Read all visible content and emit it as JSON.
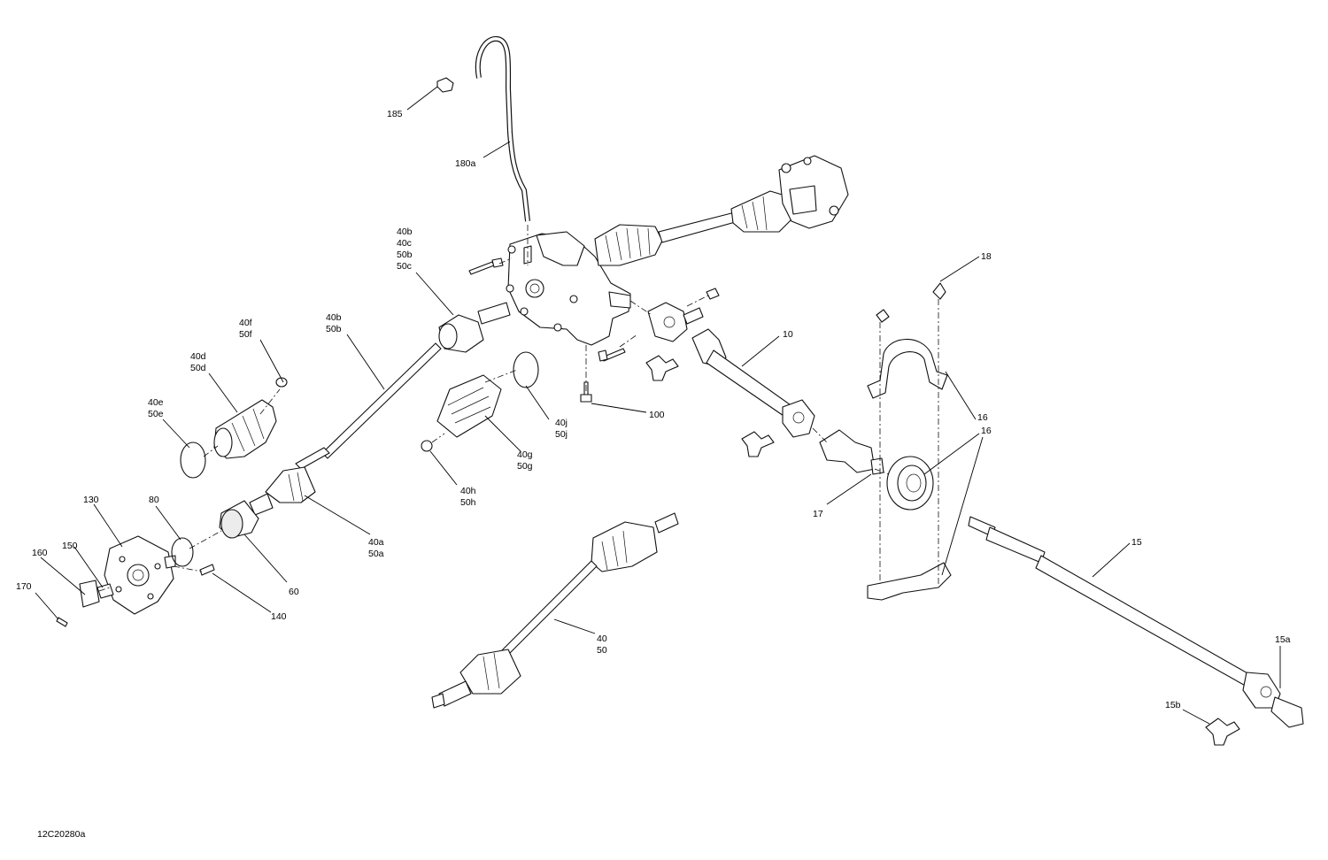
{
  "diagram_id": "12C20280a",
  "callouts": [
    {
      "id": "c185",
      "lines": [
        "185"
      ]
    },
    {
      "id": "c180a",
      "lines": [
        "180a"
      ]
    },
    {
      "id": "c40b-group",
      "lines": [
        "40b",
        "40c",
        "50b",
        "50c"
      ]
    },
    {
      "id": "c40b50b",
      "lines": [
        "40b",
        "50b"
      ]
    },
    {
      "id": "c40f",
      "lines": [
        "40f",
        "50f"
      ]
    },
    {
      "id": "c40d",
      "lines": [
        "40d",
        "50d"
      ]
    },
    {
      "id": "c40e",
      "lines": [
        "40e",
        "50e"
      ]
    },
    {
      "id": "c40g",
      "lines": [
        "40g",
        "50g"
      ]
    },
    {
      "id": "c40j",
      "lines": [
        "40j",
        "50j"
      ]
    },
    {
      "id": "c40h",
      "lines": [
        "40h",
        "50h"
      ]
    },
    {
      "id": "c40a",
      "lines": [
        "40a",
        "50a"
      ]
    },
    {
      "id": "c40",
      "lines": [
        "40",
        "50"
      ]
    },
    {
      "id": "c10",
      "lines": [
        "10"
      ]
    },
    {
      "id": "c100",
      "lines": [
        "100"
      ]
    },
    {
      "id": "c18",
      "lines": [
        "18"
      ]
    },
    {
      "id": "c16a",
      "lines": [
        "16"
      ]
    },
    {
      "id": "c16b",
      "lines": [
        "16"
      ]
    },
    {
      "id": "c17",
      "lines": [
        "17"
      ]
    },
    {
      "id": "c15",
      "lines": [
        "15"
      ]
    },
    {
      "id": "c15a",
      "lines": [
        "15a"
      ]
    },
    {
      "id": "c15b",
      "lines": [
        "15b"
      ]
    },
    {
      "id": "c130",
      "lines": [
        "130"
      ]
    },
    {
      "id": "c80",
      "lines": [
        "80"
      ]
    },
    {
      "id": "c160",
      "lines": [
        "160"
      ]
    },
    {
      "id": "c150",
      "lines": [
        "150"
      ]
    },
    {
      "id": "c170",
      "lines": [
        "170"
      ]
    },
    {
      "id": "c60",
      "lines": [
        "60"
      ]
    },
    {
      "id": "c140",
      "lines": [
        "140"
      ]
    }
  ]
}
